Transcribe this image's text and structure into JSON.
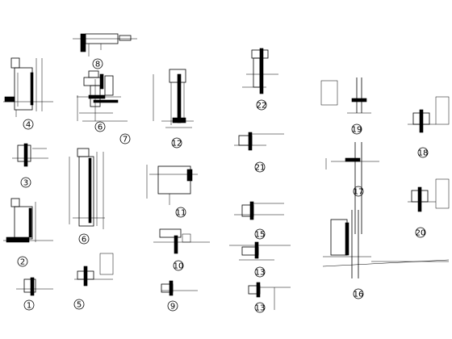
{
  "sheet": {
    "background": "#ffffff",
    "line_color": "#000000"
  },
  "details": [
    {
      "number": "8"
    },
    {
      "number": "4"
    },
    {
      "number": "6"
    },
    {
      "number": "7"
    },
    {
      "number": "12"
    },
    {
      "number": "22"
    },
    {
      "number": "3"
    },
    {
      "number": "6"
    },
    {
      "number": "11"
    },
    {
      "number": "21"
    },
    {
      "number": "19"
    },
    {
      "number": "18"
    },
    {
      "number": "2"
    },
    {
      "number": "10"
    },
    {
      "number": "15"
    },
    {
      "number": "17"
    },
    {
      "number": "20"
    },
    {
      "number": "1"
    },
    {
      "number": "5"
    },
    {
      "number": "9"
    },
    {
      "number": "13"
    },
    {
      "number": "13"
    },
    {
      "number": "16"
    }
  ]
}
